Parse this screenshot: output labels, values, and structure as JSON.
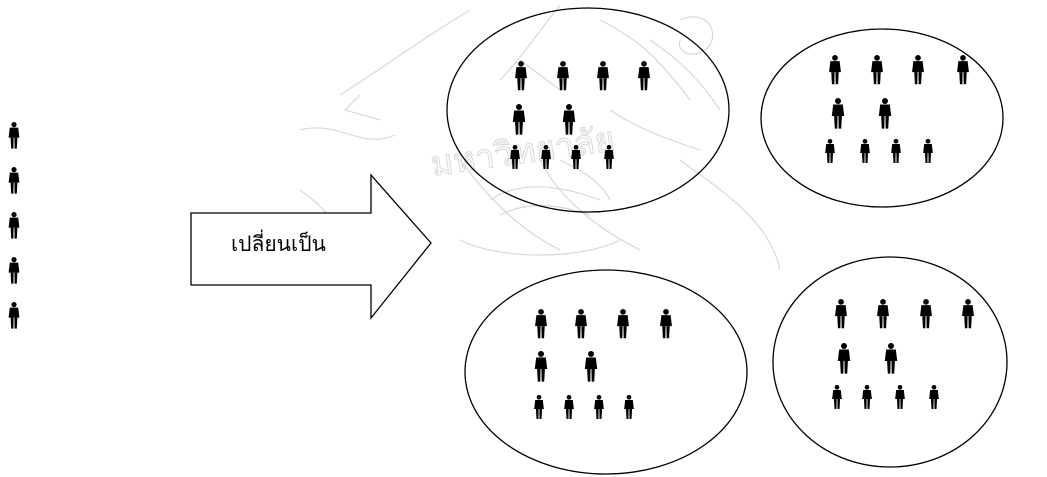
{
  "diagram": {
    "arrow_label": "เปลี่ยนเป็น",
    "source_people_count": 5,
    "groups": [
      {
        "rows": [
          4,
          2,
          4
        ]
      },
      {
        "rows": [
          4,
          2,
          4
        ]
      },
      {
        "rows": [
          4,
          2,
          4
        ]
      },
      {
        "rows": [
          4,
          2,
          4
        ]
      }
    ]
  },
  "watermark": {
    "text": "มหาวิทยาลัย"
  },
  "colors": {
    "ink": "#000000",
    "watermark": "#b8b8b8",
    "background": "#ffffff"
  }
}
